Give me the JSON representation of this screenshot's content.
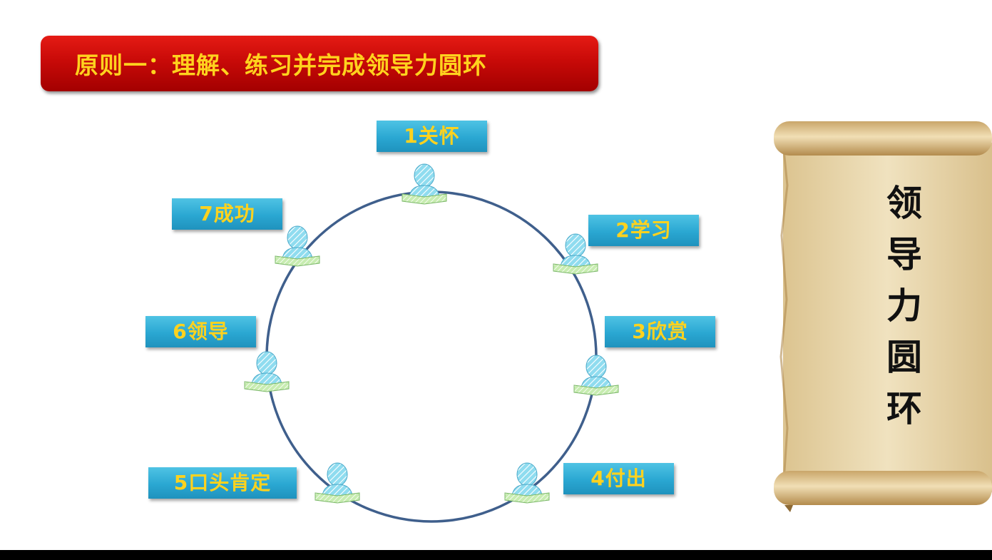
{
  "slide": {
    "title": "原则一：理解、练习并完成领导力圆环"
  },
  "circle": {
    "stroke_color": "#3f5f8c",
    "nodes": [
      {
        "id": 1,
        "label": "1关怀"
      },
      {
        "id": 2,
        "label": "2学习"
      },
      {
        "id": 3,
        "label": "3欣赏"
      },
      {
        "id": 4,
        "label": "4付出"
      },
      {
        "id": 5,
        "label": "5口头肯定"
      },
      {
        "id": 6,
        "label": "6领导"
      },
      {
        "id": 7,
        "label": "7成功"
      }
    ]
  },
  "scroll": {
    "chars": [
      "领",
      "导",
      "力",
      "圆",
      "环"
    ]
  },
  "colors": {
    "title_bg": "#c80a08",
    "title_text": "#ffd21e",
    "label_bg": "#2aa7d2",
    "label_text": "#ffd21e",
    "person_fill": "#7fd3ea",
    "book_fill": "#b8e6a0",
    "scroll_paper": "#e9d7ad"
  }
}
